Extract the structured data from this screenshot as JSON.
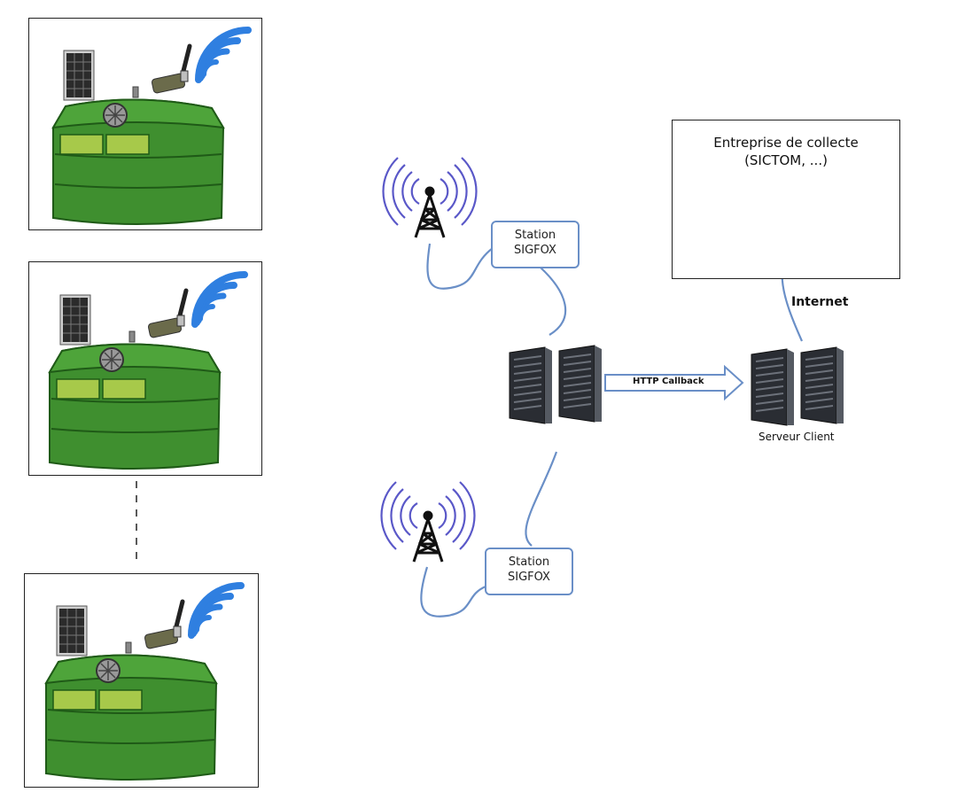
{
  "stations": [
    {
      "line1": "Station",
      "line2": "SIGFOX"
    },
    {
      "line1": "Station",
      "line2": "SIGFOX"
    }
  ],
  "callback_label": "HTTP Callback",
  "client_server_label": "Serveur Client",
  "internet_label": "Internet",
  "company": {
    "line1": "Entreprise de collecte",
    "line2": "(SICTOM, ...)"
  },
  "colors": {
    "link_line": "#6a8fc7",
    "bin_green": "#3f8f2f",
    "bin_dark": "#1f5a17",
    "bin_light": "#a7c94a",
    "wifi_blue": "#2f7fe0",
    "radio_purple": "#5a58c8",
    "server_dark": "#2a2d33"
  },
  "icons": [
    "smart-bin-icon",
    "solar-panel-icon",
    "antenna-module-icon",
    "wifi-signal-icon",
    "radio-tower-icon",
    "server-rack-icon",
    "laptop-icon",
    "arrow-right-icon"
  ]
}
